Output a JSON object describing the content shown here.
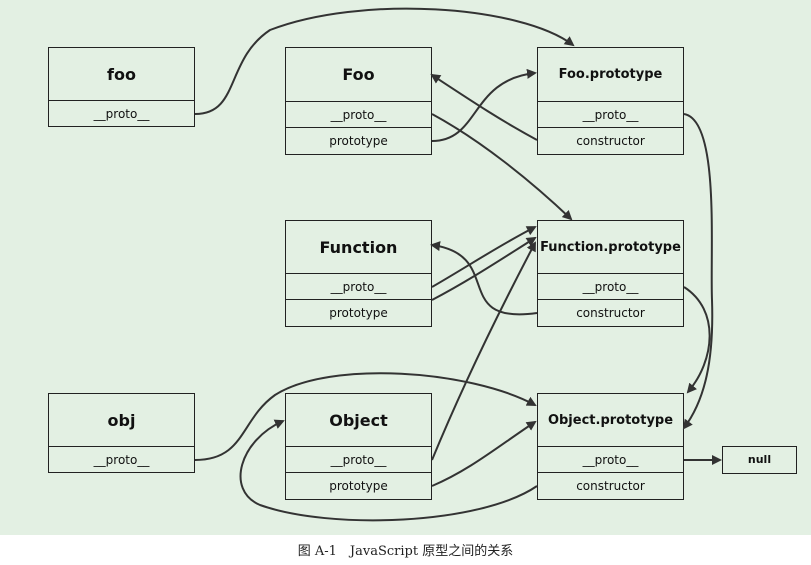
{
  "boxes": {
    "foo": {
      "title": "foo",
      "proto": "__proto__"
    },
    "Foo": {
      "title": "Foo",
      "proto": "__proto__",
      "prototype": "prototype"
    },
    "Foo_prototype": {
      "title": "Foo.prototype",
      "proto": "__proto__",
      "constructor": "constructor"
    },
    "Function": {
      "title": "Function",
      "proto": "__proto__",
      "prototype": "prototype"
    },
    "Function_prototype": {
      "title": "Function.prototype",
      "proto": "__proto__",
      "constructor": "constructor"
    },
    "obj": {
      "title": "obj",
      "proto": "__proto__"
    },
    "Object": {
      "title": "Object",
      "proto": "__proto__",
      "prototype": "prototype"
    },
    "Object_prototype": {
      "title": "Object.prototype",
      "proto": "__proto__",
      "constructor": "constructor"
    },
    "null": {
      "title": "null"
    }
  },
  "caption": "图 A-1　JavaScript 原型之间的关系",
  "colors": {
    "background": "#e3f0e3",
    "border": "#222222",
    "arrow": "#333333"
  }
}
